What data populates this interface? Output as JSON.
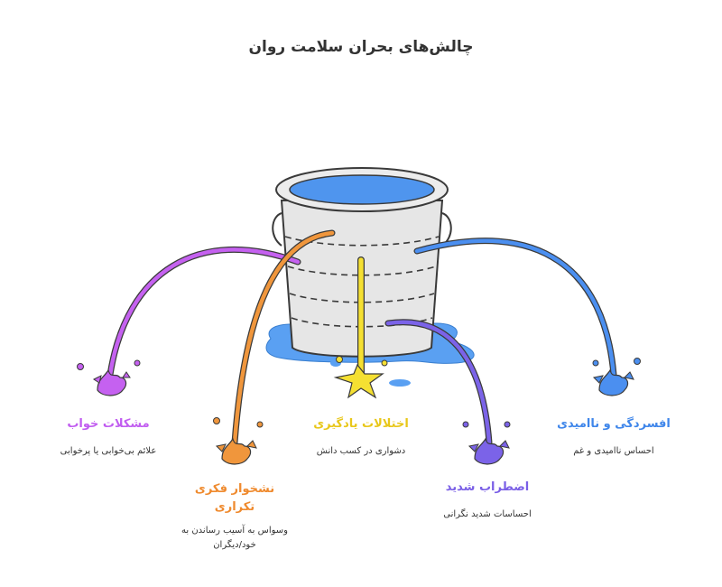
{
  "title": "چالش‌های بحران سلامت روان",
  "colors": {
    "purple": "#c561f0",
    "orange": "#f0963c",
    "yellow": "#f5e032",
    "violet": "#7b63e8",
    "blue": "#4b8ff0",
    "water": "#5aa0f2",
    "bucket": "#e6e6e6",
    "outline": "#3a3a3a"
  },
  "items": [
    {
      "label": "مشکلات خواب",
      "desc": "علائم بی‌خوابی یا پرخوابی",
      "color": "#c15df0",
      "icon": "purple-splash-icon"
    },
    {
      "label": "نشخوار فکری تکراری",
      "desc": "وسواس به آسیب رساندن به خود/دیگران",
      "color": "#ef8a2e",
      "icon": "orange-splash-icon"
    },
    {
      "label": "اختلالات یادگیری",
      "desc": "دشواری در کسب دانش",
      "color": "#e8c71a",
      "icon": "yellow-splash-icon"
    },
    {
      "label": "اضطراب شدید",
      "desc": "احساسات شدید نگرانی",
      "color": "#7a5fe6",
      "icon": "violet-splash-icon"
    },
    {
      "label": "افسردگی و ناامیدی",
      "desc": "احساس ناامیدی و غم",
      "color": "#3f86ea",
      "icon": "blue-splash-icon"
    }
  ]
}
